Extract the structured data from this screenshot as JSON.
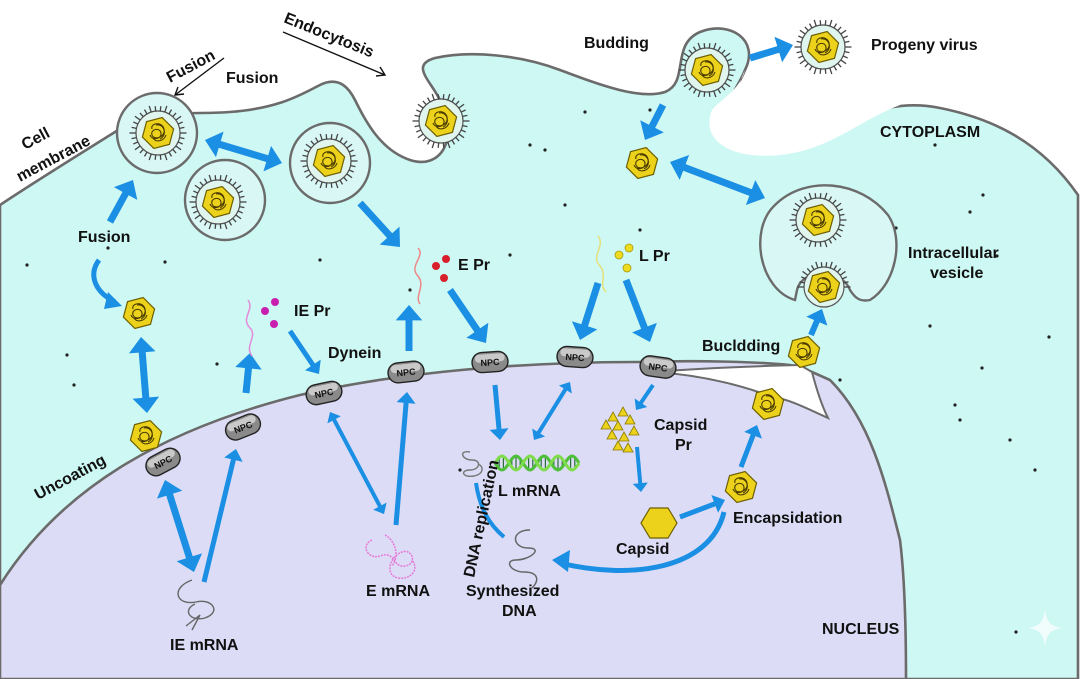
{
  "title": "Viral life cycle: entry, nuclear gene expression, replication, encapsidation and egress",
  "colors": {
    "cytoplasm": "#cdf8f3",
    "nucleus": "#dcdcf6",
    "membrane": "#6b6b6b",
    "arrow": "#1a8fe3",
    "capsid": "#ecd21a",
    "ie_protein": "#c81fb0",
    "e_protein": "#d8202c",
    "l_protein": "#f0dc1e",
    "l_mrna": "#4fbf3a",
    "e_mrna": "#e67ad8"
  },
  "labels": {
    "cell_membrane_line1": "Cell",
    "cell_membrane_line2": "membrane",
    "fusion_rotated": "Fusion",
    "fusion_top": "Fusion",
    "endocytosis": "Endocytosis",
    "fusion_left": "Fusion",
    "budding_top": "Budding",
    "progeny_virus": "Progeny virus",
    "cytoplasm": "CYTOPLASM",
    "intracellular_vesicle_line1": "Intracellular",
    "intracellular_vesicle_line2": "vesicle",
    "ie_pr": "IE Pr",
    "e_pr": "E Pr",
    "l_pr": "L Pr",
    "dynein": "Dynein",
    "budding_nuclear": "Bucldding",
    "uncoating": "Uncoating",
    "dna_replication": "DNA replication",
    "l_mrna": "L mRNA",
    "capsid_pr_line1": "Capsid",
    "capsid_pr_line2": "Pr",
    "capsid": "Capsid",
    "encapsidation": "Encapsidation",
    "e_mrna": "E mRNA",
    "synthesized_dna_line1": "Synthesized",
    "synthesized_dna_line2": "DNA",
    "ie_mrna": "IE mRNA",
    "nucleus": "NUCLEUS"
  },
  "npc_label": "NPC",
  "npc_count": 7
}
